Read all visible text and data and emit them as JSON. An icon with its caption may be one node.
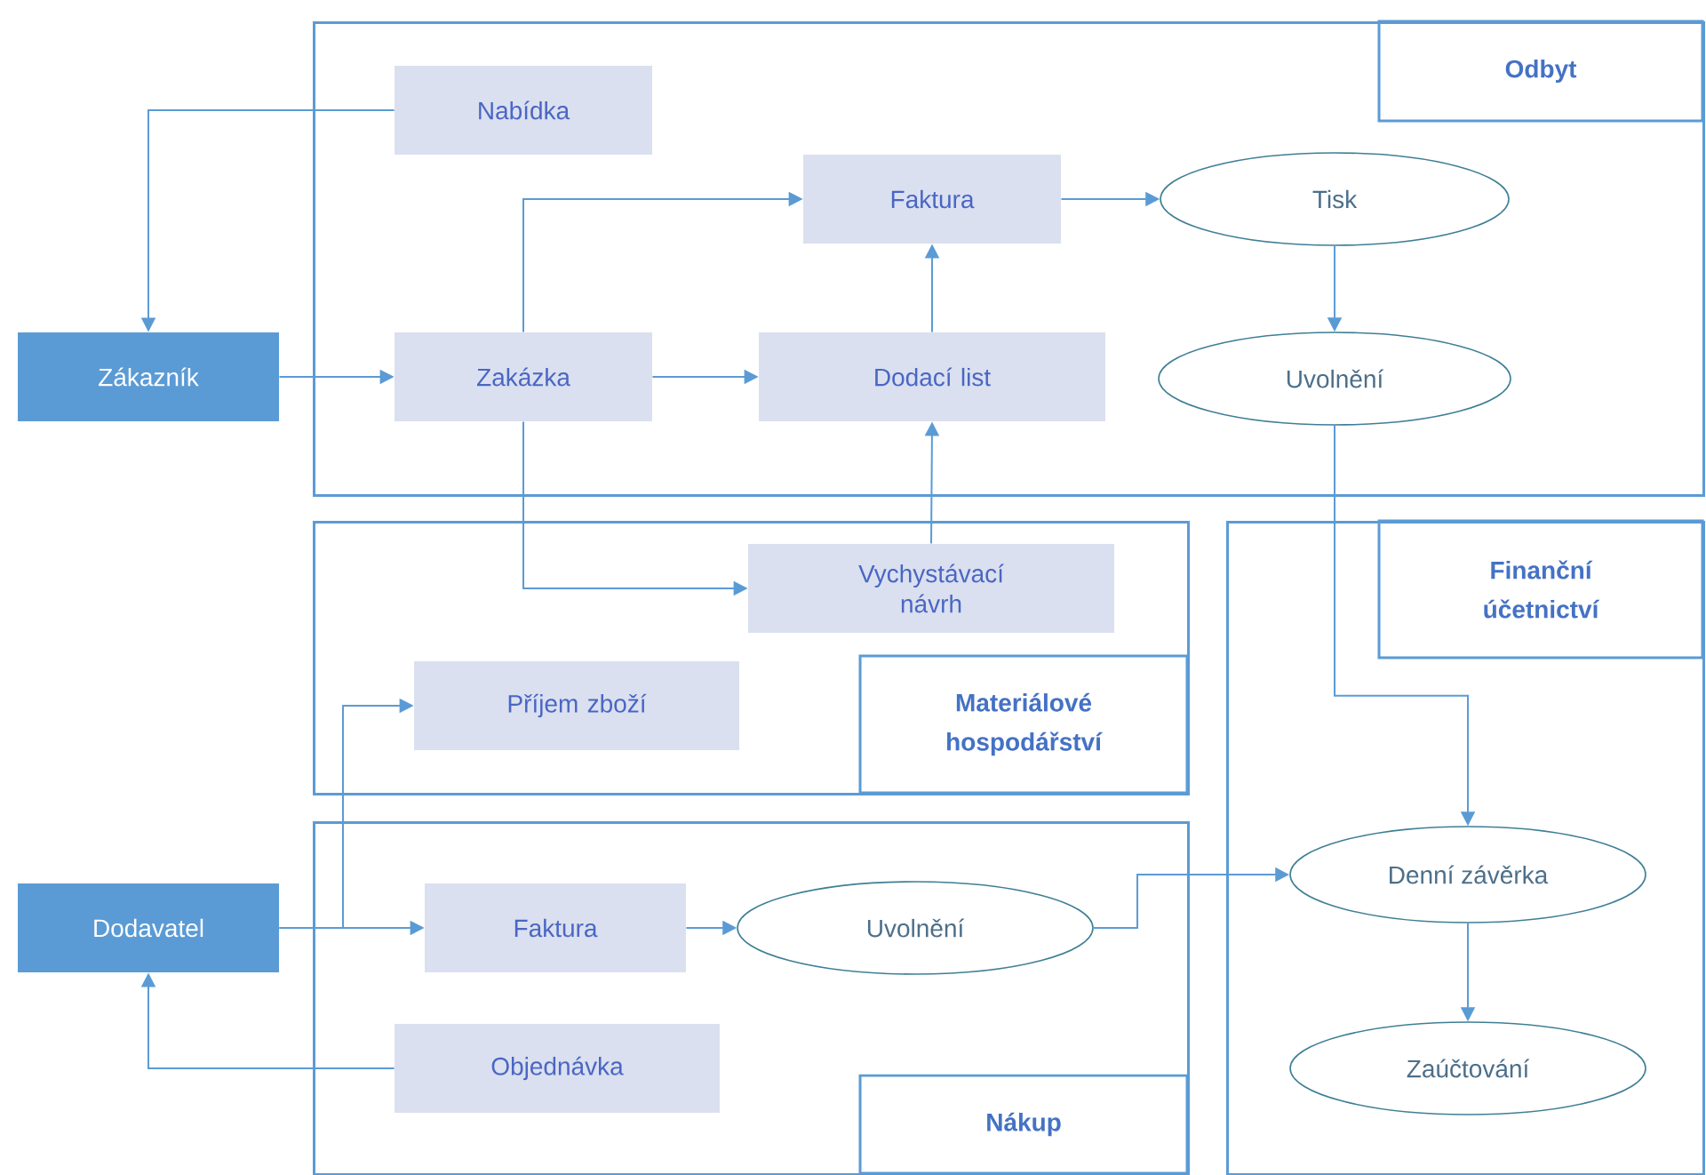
{
  "diagram": {
    "nodes": [
      {
        "text": [
          "Odbyt"
        ]
      },
      {
        "text": [
          "Nabídka"
        ],
        "in": 0
      },
      {
        "text": [
          "Faktura"
        ],
        "in": 0
      },
      {
        "text": [
          "Tisk"
        ],
        "in": 0
      },
      {
        "text": [
          "Zákazník"
        ]
      },
      {
        "text": [
          "Zakázka"
        ],
        "in": 0
      },
      {
        "text": [
          "Dodací list"
        ],
        "in": 0
      },
      {
        "text": [
          "Uvolnění"
        ],
        "in": 0
      },
      {
        "text": [
          "Materiálové hospodářství"
        ]
      },
      {
        "text": [
          "Vychystávací návrh"
        ],
        "in": 8
      },
      {
        "text": [
          "Příjem zboží"
        ],
        "in": 8
      },
      {
        "text": [
          "Finanční účetnictví"
        ]
      },
      {
        "text": [
          "Denní závěrka"
        ],
        "in": 11
      },
      {
        "text": [
          "Zaúčtování"
        ],
        "in": 11
      },
      {
        "text": [
          "Dodavatel"
        ]
      },
      {
        "text": [
          "Nákup"
        ]
      },
      {
        "text": [
          "Faktura"
        ],
        "in": 15
      },
      {
        "text": [
          "Uvolnění"
        ],
        "in": 15
      },
      {
        "text": [
          "Objednávka"
        ],
        "in": 15
      }
    ],
    "edges": [
      {
        "from": 1,
        "to": 4,
        "arrow": "to"
      },
      {
        "from": 4,
        "to": 5,
        "arrow": "to"
      },
      {
        "from": 5,
        "to": 2,
        "arrow": "to"
      },
      {
        "from": 5,
        "to": 6,
        "arrow": "to"
      },
      {
        "from": 5,
        "to": 9,
        "arrow": "to"
      },
      {
        "from": 9,
        "to": 6,
        "arrow": "to"
      },
      {
        "from": 6,
        "to": 2,
        "arrow": "to"
      },
      {
        "from": 2,
        "to": 3,
        "arrow": "to"
      },
      {
        "from": 3,
        "to": 7,
        "arrow": "to"
      },
      {
        "from": 7,
        "to": 12,
        "arrow": "to"
      },
      {
        "from": 14,
        "to": 10,
        "arrow": "to"
      },
      {
        "from": 14,
        "to": 16,
        "arrow": "to"
      },
      {
        "from": 16,
        "to": 17,
        "arrow": "to"
      },
      {
        "from": 17,
        "to": 12,
        "arrow": "to"
      },
      {
        "from": 18,
        "to": 14,
        "arrow": "to"
      },
      {
        "from": 12,
        "to": 13,
        "arrow": "to"
      }
    ]
  }
}
